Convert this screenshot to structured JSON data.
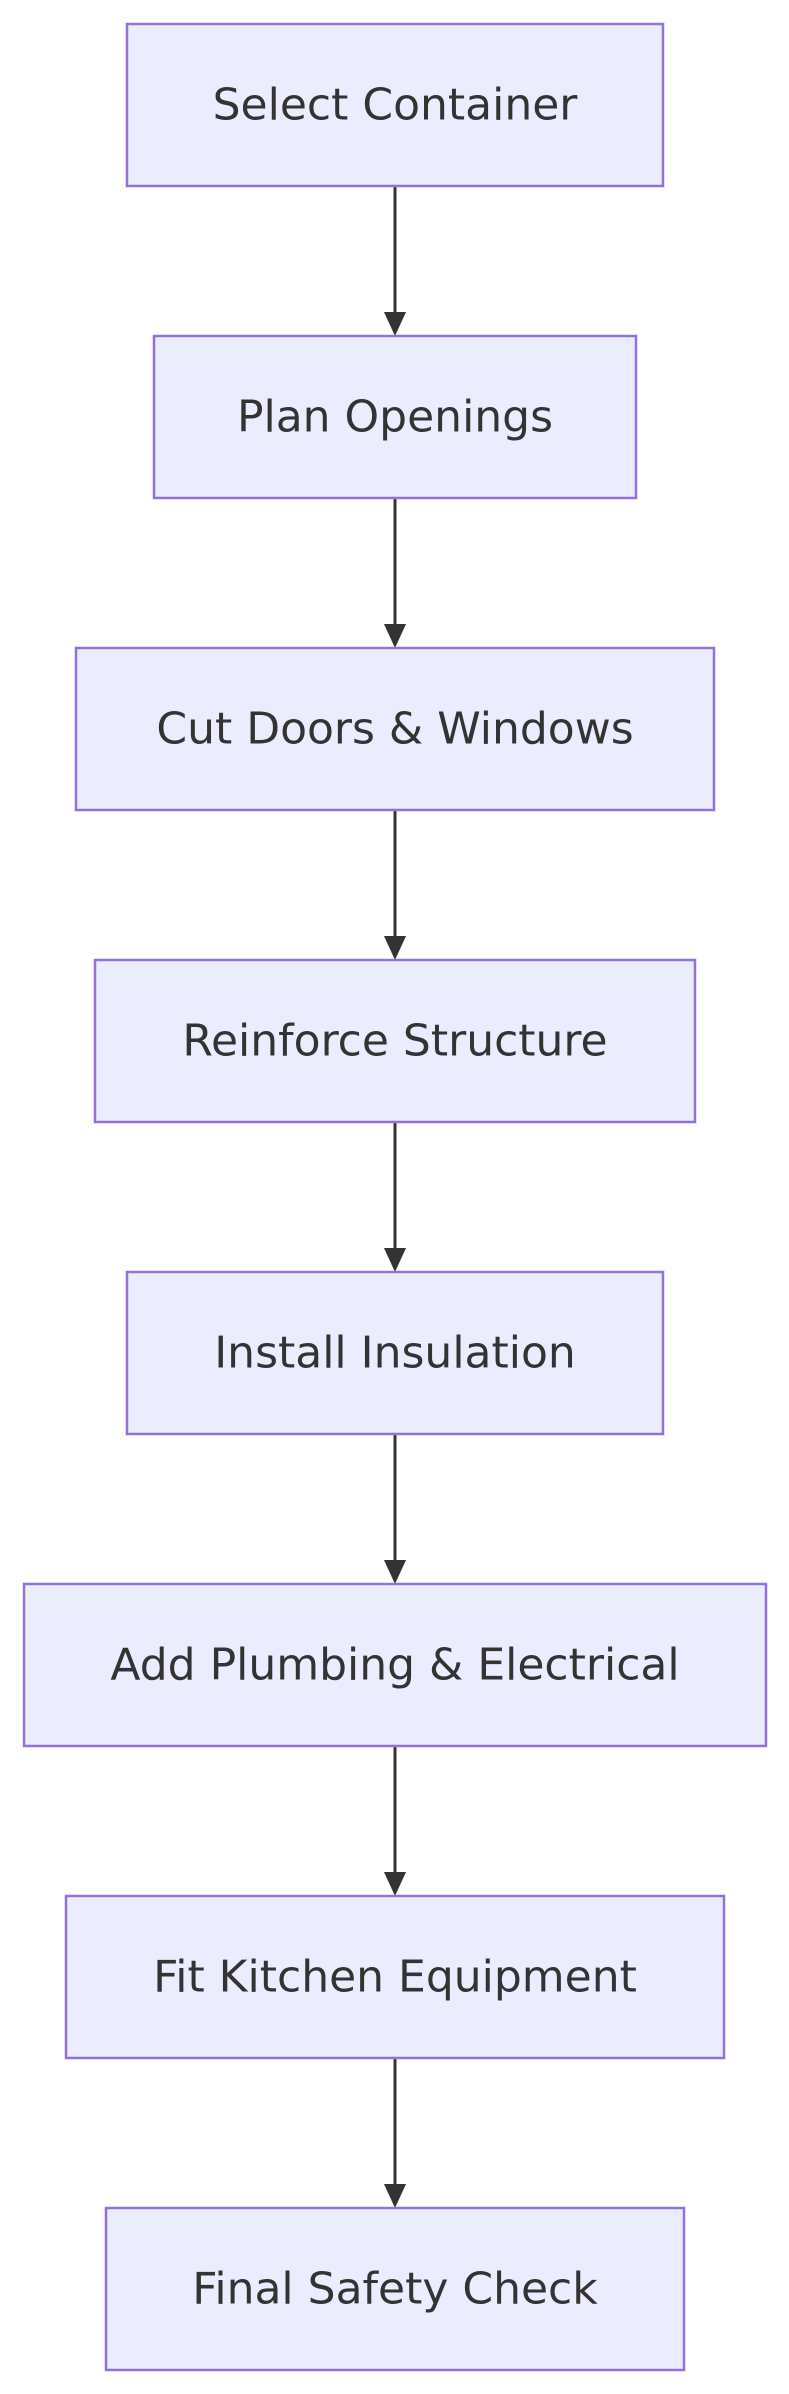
{
  "flowchart": {
    "steps": [
      {
        "id": "select-container",
        "label": "Select Container"
      },
      {
        "id": "plan-openings",
        "label": "Plan Openings"
      },
      {
        "id": "cut-doors-windows",
        "label": "Cut Doors & Windows"
      },
      {
        "id": "reinforce-structure",
        "label": "Reinforce Structure"
      },
      {
        "id": "install-insulation",
        "label": "Install Insulation"
      },
      {
        "id": "add-plumbing-electrical",
        "label": "Add Plumbing & Electrical"
      },
      {
        "id": "fit-kitchen-equipment",
        "label": "Fit Kitchen Equipment"
      },
      {
        "id": "final-safety-check",
        "label": "Final Safety Check"
      }
    ],
    "edges": [
      {
        "from": "select-container",
        "to": "plan-openings"
      },
      {
        "from": "plan-openings",
        "to": "cut-doors-windows"
      },
      {
        "from": "cut-doors-windows",
        "to": "reinforce-structure"
      },
      {
        "from": "reinforce-structure",
        "to": "install-insulation"
      },
      {
        "from": "install-insulation",
        "to": "add-plumbing-electrical"
      },
      {
        "from": "add-plumbing-electrical",
        "to": "fit-kitchen-equipment"
      },
      {
        "from": "fit-kitchen-equipment",
        "to": "final-safety-check"
      }
    ],
    "colors": {
      "node_fill": "#ececff",
      "node_stroke": "#9370db",
      "text": "#333333",
      "edge": "#333333",
      "background": "#ffffff"
    }
  }
}
